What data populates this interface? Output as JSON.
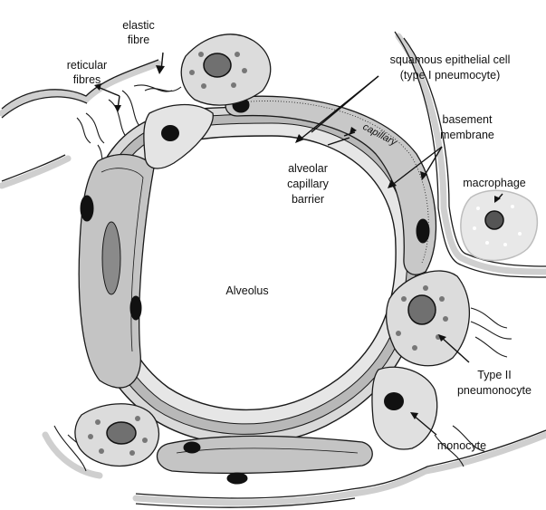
{
  "labels": {
    "elastic_fibre": [
      "elastic",
      "fibre"
    ],
    "reticular_fibres": [
      "reticular",
      "fibres"
    ],
    "squamous_epithelial_cell": [
      "squamous epithelial cell",
      "(type I pneumocyte)"
    ],
    "capillary": "capillary",
    "basement_membrane": [
      "basement",
      "membrane"
    ],
    "alveolar_capillary_barrier": [
      "alveolar",
      "capillary",
      "barrier"
    ],
    "macrophage": "macrophage",
    "alveolus": "Alveolus",
    "type_ii_pneumonocyte": [
      "Type II",
      "pneumonocyte"
    ],
    "monocyte": "monocyte"
  },
  "colors": {
    "outline": "#1a1a1a",
    "wall_light": "#d9d9d9",
    "wall_mid": "#b3b3b3",
    "capillary_fill": "#cfcfcf",
    "cell_fill": "#e2e2e2",
    "nucleus": "#111111",
    "nucleus_grey": "#6e6e6e",
    "granule": "#7a7a7a"
  }
}
